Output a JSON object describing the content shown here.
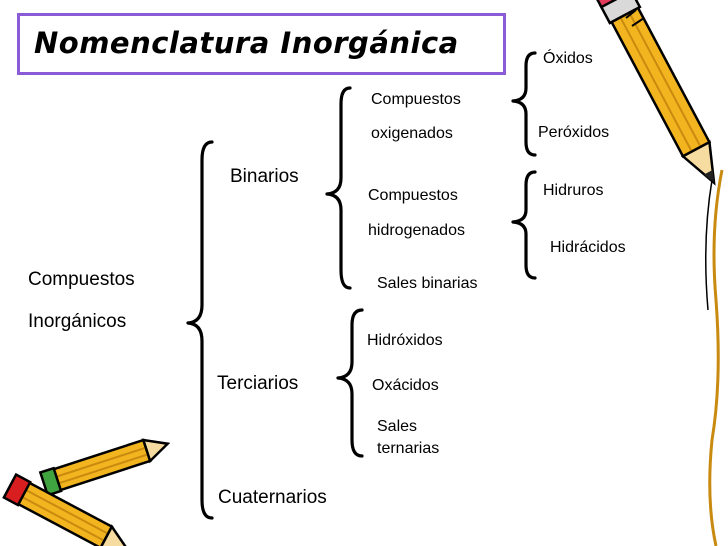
{
  "title": "Nomenclatura Inorgánica",
  "root": {
    "line1": "Compuestos",
    "line2": "Inorgánicos"
  },
  "level1": {
    "binarios": "Binarios",
    "terciarios": "Terciarios",
    "cuaternarios": "Cuaternarios"
  },
  "binarios": {
    "oxigenados": {
      "line1": "Compuestos",
      "line2": "oxigenados"
    },
    "hidrogenados": {
      "line1": "Compuestos",
      "line2": "hidrogenados"
    },
    "sales_binarias": "Sales binarias"
  },
  "oxigenados": {
    "oxidos": "Óxidos",
    "peroxidos": "Peróxidos"
  },
  "hidrogenados": {
    "hidruros": "Hidruros",
    "hidracidos": "Hidrácidos"
  },
  "terciarios": {
    "hidroxidos": "Hidróxidos",
    "oxacidos": "Oxácidos",
    "sales_ternarias": {
      "line1": "Sales",
      "line2": "ternarias"
    }
  },
  "colors": {
    "title_border": "#8c5bd6",
    "pencil_body": "#f2b51f",
    "pencil_tip": "#d81e1e",
    "pencil_outline": "#000000"
  },
  "icons": [
    "pencil-icon-top-right",
    "pencils-icon-bottom-left"
  ]
}
